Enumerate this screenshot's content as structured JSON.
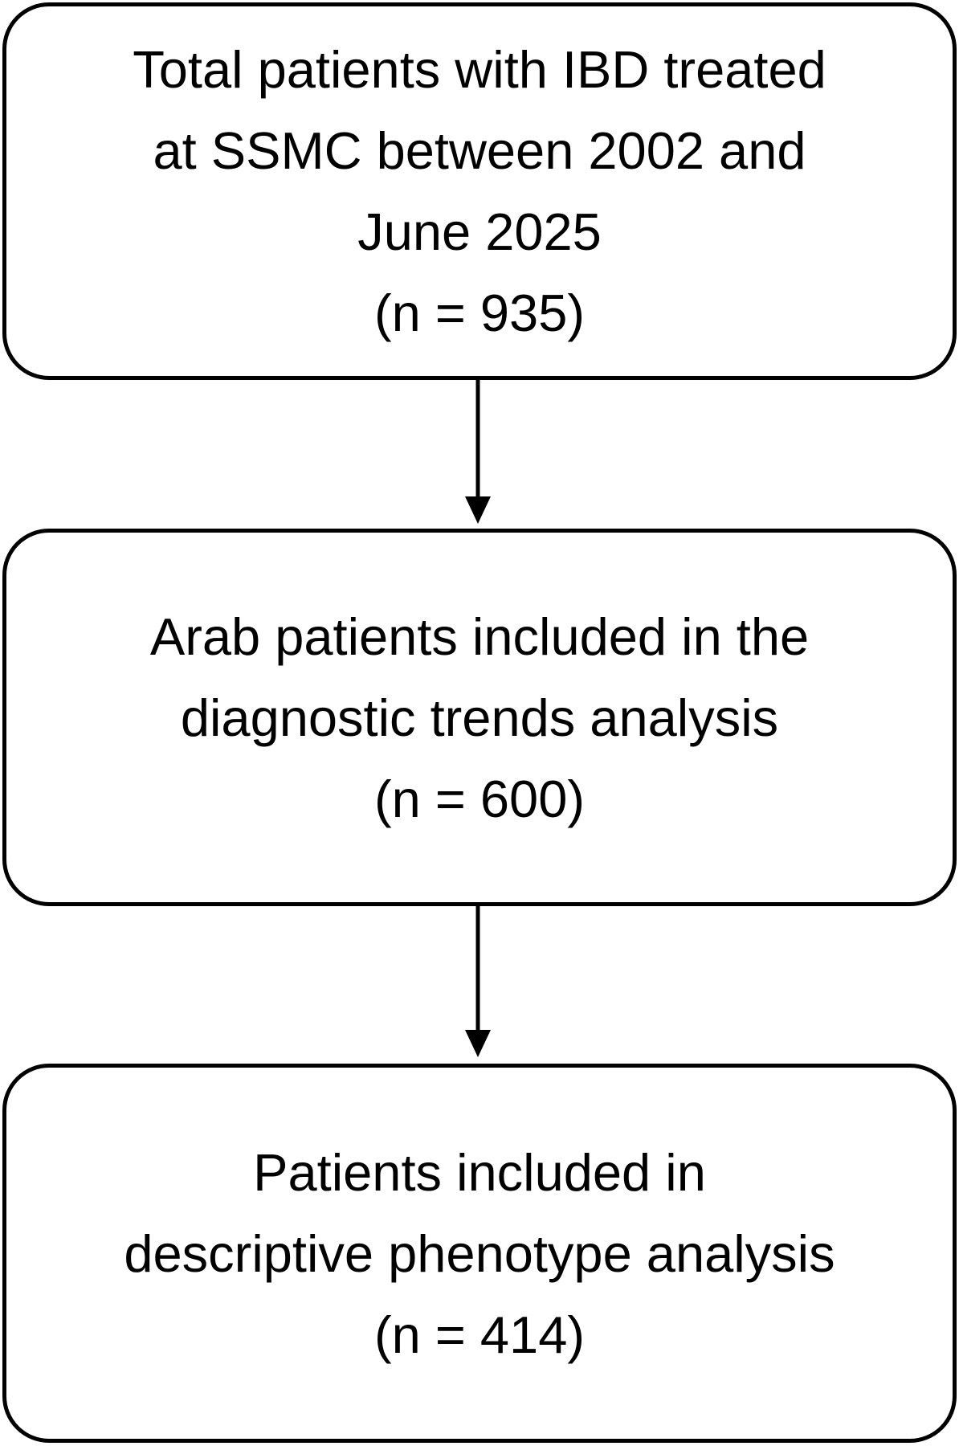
{
  "flowchart": {
    "boxes": [
      {
        "lines": [
          "Total patients with IBD treated",
          "at SSMC between 2002 and",
          "June 2025",
          "(n = 935)"
        ]
      },
      {
        "lines": [
          "Arab patients included in the",
          "diagnostic trends analysis",
          "(n = 600)"
        ]
      },
      {
        "lines": [
          "Patients included in",
          "descriptive phenotype analysis",
          "(n = 414)"
        ]
      }
    ],
    "colors": {
      "border": "#000000",
      "text": "#000000",
      "background": "#ffffff"
    }
  }
}
